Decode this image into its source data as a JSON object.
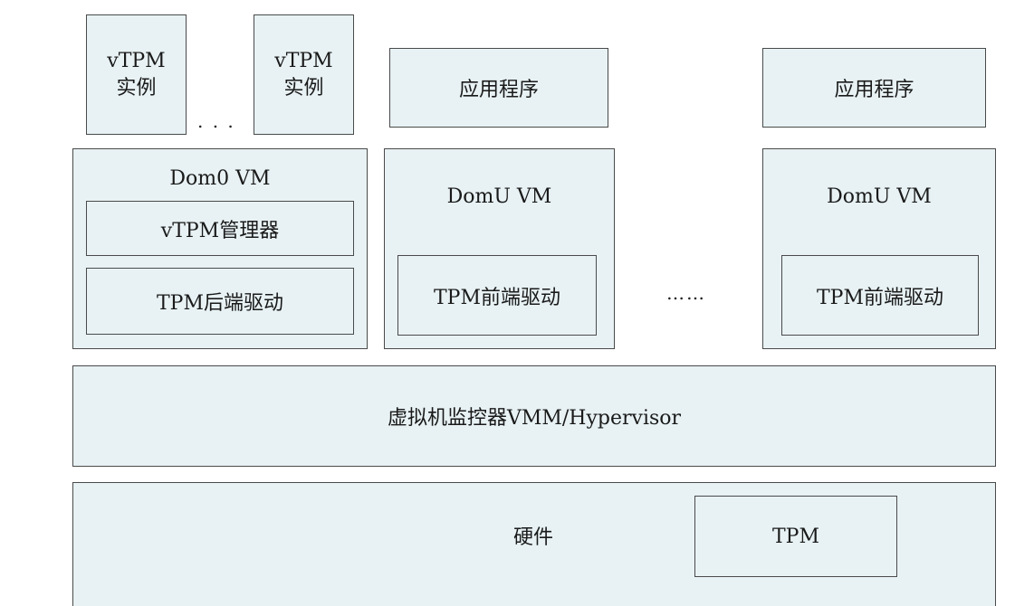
{
  "vtpm_instance_1": {
    "line1": "vTPM",
    "line2": "实例"
  },
  "vtpm_instance_2": {
    "line1": "vTPM",
    "line2": "实例"
  },
  "vtpm_ellipsis": ". . .",
  "app_1": {
    "label": "应用程序"
  },
  "app_2": {
    "label": "应用程序"
  },
  "dom0": {
    "title": "Dom0 VM",
    "manager": "vTPM管理器",
    "backend": "TPM后端驱动"
  },
  "domu_1": {
    "title": "DomU VM",
    "frontend": "TPM前端驱动"
  },
  "domu_2": {
    "title": "DomU VM",
    "frontend": "TPM前端驱动"
  },
  "domu_ellipsis": "……",
  "hypervisor": {
    "label": "虚拟机监控器VMM/Hypervisor"
  },
  "hardware": {
    "label": "硬件",
    "tpm": "TPM"
  },
  "colors": {
    "fill": "#e8f2f4",
    "stroke": "#4a4a4a"
  }
}
